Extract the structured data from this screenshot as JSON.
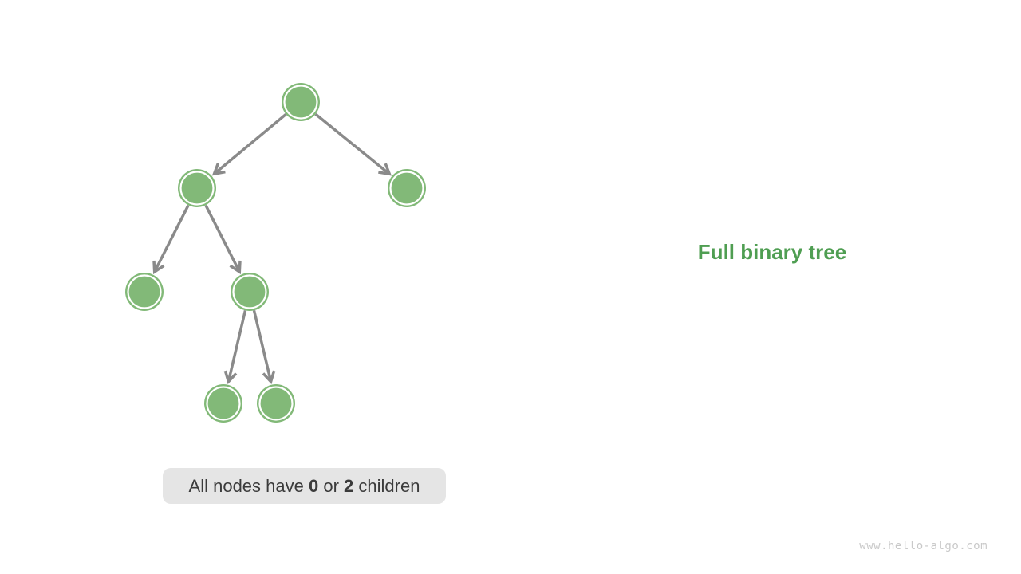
{
  "title": {
    "label": "Full binary tree"
  },
  "caption": {
    "prefix": "All nodes have ",
    "bold_zero": "0",
    "or": " or ",
    "bold_two": "2",
    "suffix": " children"
  },
  "watermark": {
    "label": "www.hello-algo.com"
  },
  "diagram": {
    "type": "full-binary-tree",
    "node_count": 7,
    "nodes": [
      "root",
      "L",
      "R",
      "LL",
      "LR",
      "LRL",
      "LRR"
    ],
    "edges": [
      [
        "root",
        "L"
      ],
      [
        "root",
        "R"
      ],
      [
        "L",
        "LL"
      ],
      [
        "L",
        "LR"
      ],
      [
        "LR",
        "LRL"
      ],
      [
        "LR",
        "LRR"
      ]
    ],
    "colors": {
      "node_fill": "#82b978",
      "node_ring": "#ffffff",
      "edge": "#8a8a8a",
      "title_text": "#4f9e52",
      "caption_bg": "#e5e5e5",
      "caption_text": "#3b3b3b",
      "watermark_text": "#c9c9c9"
    }
  }
}
